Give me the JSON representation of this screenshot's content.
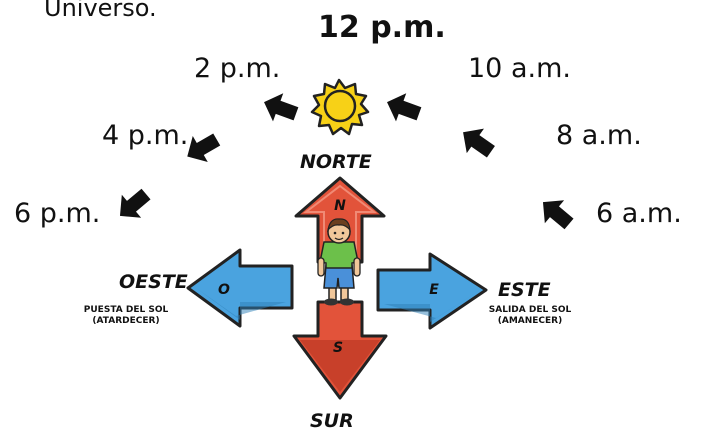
{
  "caption": "Universo.",
  "times": {
    "noon": "12 p.m.",
    "t2pm": "2 p.m.",
    "t10am": "10 a.m.",
    "t4pm": "4 p.m.",
    "t8am": "8 a.m.",
    "t6pm": "6 p.m.",
    "t6am": "6 a.m."
  },
  "directions": {
    "north": {
      "label": "NORTE",
      "letter": "N"
    },
    "south": {
      "label": "SUR",
      "letter": "S"
    },
    "east": {
      "label": "ESTE",
      "letter": "E",
      "sub1": "SALIDA DEL SOL",
      "sub2": "(AMANECER)"
    },
    "west": {
      "label": "OESTE",
      "letter": "O",
      "sub1": "PUESTA DEL SOL",
      "sub2": "(ATARDECER)"
    }
  },
  "colors": {
    "north_south_arrow": "#e2533a",
    "east_west_arrow": "#4aa3df",
    "sun": "#f7d117",
    "pointer_arrows": "#111111"
  }
}
